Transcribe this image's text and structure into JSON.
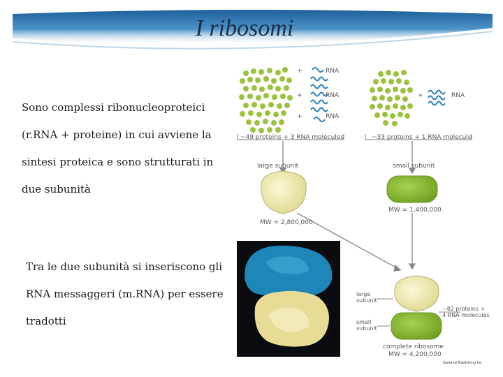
{
  "slide": {
    "title": "I ribosomi",
    "paragraph1": "Sono complessi ribonucleoproteici (r.RNA + proteine) in cui avviene la sintesi proteica e sono strutturati in due subunità",
    "paragraph2": "Tra le due subunità si inseriscono gli RNA messaggeri (m.RNA) per essere tradotti"
  },
  "diagram": {
    "plus_sign": "+",
    "rna_label": "RNA",
    "large_components": "~49 proteins + 3 RNA molecules",
    "small_components": "~33 proteins + 1 RNA molecule",
    "large_subunit": "large subunit",
    "small_subunit": "small subunit",
    "large_mw": "MW = 2,800,000",
    "small_mw": "MW = 1,400,000",
    "complete_large_label_line1": "large",
    "complete_large_label_line2": "subunit",
    "complete_small_label_line1": "small",
    "complete_small_label_line2": "subunit",
    "complete_components_line1": "~82 proteins +",
    "complete_components_line2": "4 RNA molecules",
    "complete_ribosome": "complete ribosome",
    "complete_mw": "MW = 4,200,000",
    "credit": "Garland Publishing Inc"
  },
  "colors": {
    "banner": "#2c6fa6",
    "dots": "#9bc23f",
    "large_subunit_fill": "#f3f0b8",
    "small_subunit_fill": "#93c23c",
    "micrograph_bg": "#0a0c10",
    "micrograph_top": "#1e87b8",
    "micrograph_bottom": "#e6dc96"
  }
}
